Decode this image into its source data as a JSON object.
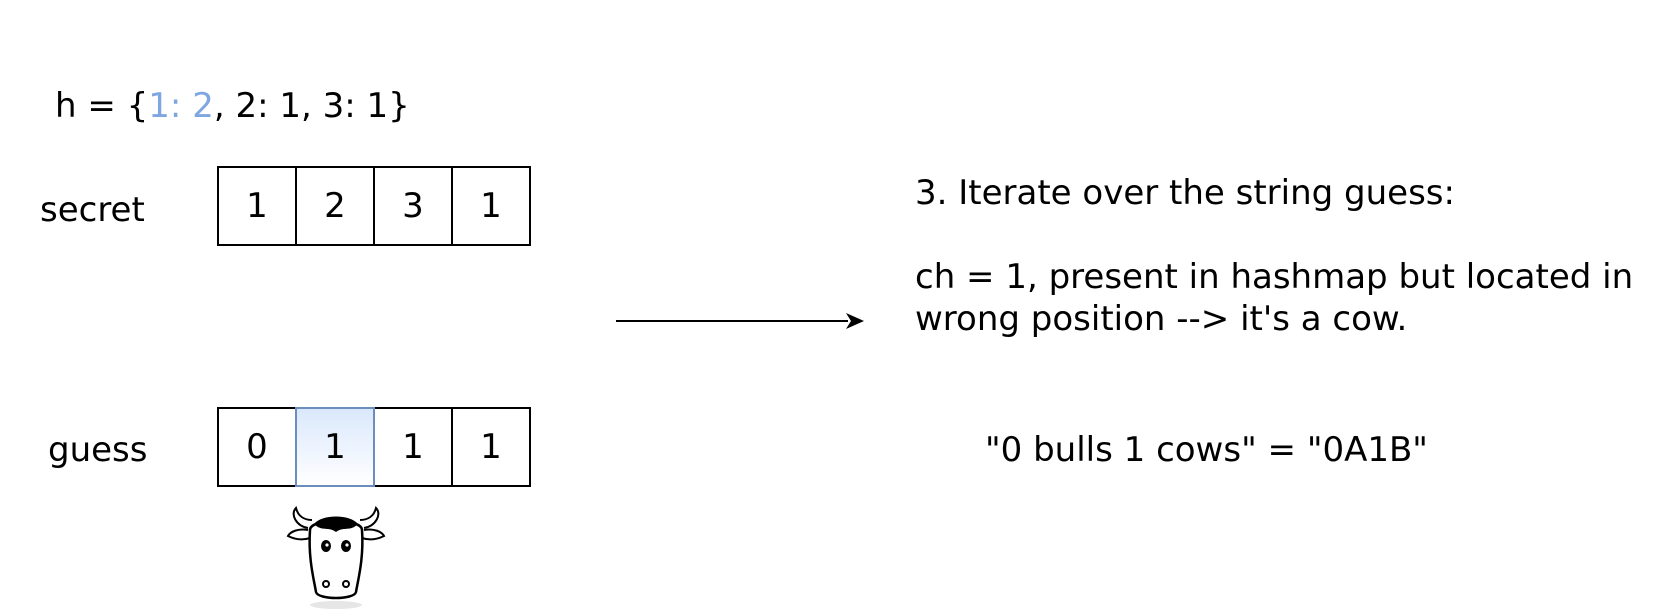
{
  "hashmap": {
    "prefix": "h = {",
    "highlight": "1: 2",
    "rest": ", 2: 1, 3: 1}",
    "highlight_color": "#7ea6e0"
  },
  "secret": {
    "label": "secret",
    "cells": [
      "1",
      "2",
      "3",
      "1"
    ]
  },
  "guess": {
    "label": "guess",
    "cells": [
      "0",
      "1",
      "1",
      "1"
    ],
    "highlighted_index": 1,
    "highlight_fill": "#dae8fc",
    "highlight_stroke": "#6c8ebf"
  },
  "explanation": {
    "step": "3. Iterate over the string guess:",
    "line1": "ch = 1, present in hashmap but located in",
    "line2": "wrong position --> it's a cow.",
    "result": "\"0 bulls 1 cows\" = \"0A1B\""
  },
  "icons": {
    "arrow": "right-arrow-icon",
    "cow": "cow-icon"
  }
}
